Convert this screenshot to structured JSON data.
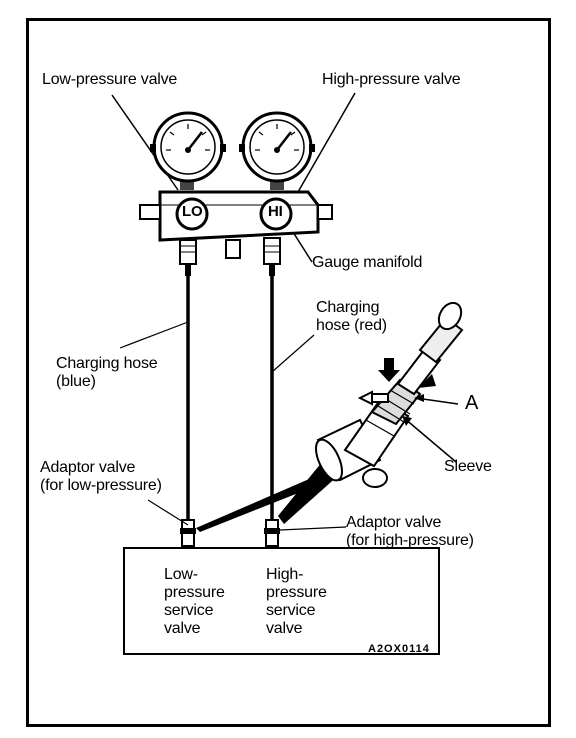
{
  "labels": {
    "low_pressure_valve": "Low-pressure valve",
    "high_pressure_valve": "High-pressure valve",
    "gauge_manifold": "Gauge manifold",
    "charging_hose_red": [
      "Charging",
      "hose (red)"
    ],
    "charging_hose_blue": [
      "Charging hose",
      "(blue)"
    ],
    "callout_a": "A",
    "sleeve": "Sleeve",
    "adaptor_low": [
      "Adaptor valve",
      "(for low-pressure)"
    ],
    "adaptor_high": [
      "Adaptor valve",
      "(for high-pressure)"
    ],
    "low_service_valve": [
      "Low-",
      "pressure",
      "service",
      "valve"
    ],
    "high_service_valve": [
      "High-",
      "pressure",
      "service",
      "valve"
    ],
    "figure_code": "A2OX0114"
  },
  "manifold_markings": {
    "lo": "LO",
    "hi": "HI"
  }
}
